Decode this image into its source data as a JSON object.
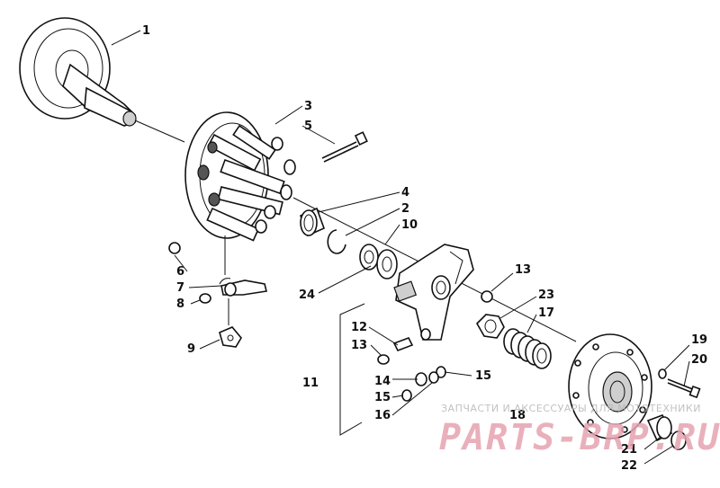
{
  "callouts": [
    {
      "id": "c1",
      "label": "1"
    },
    {
      "id": "c3",
      "label": "3"
    },
    {
      "id": "c5",
      "label": "5"
    },
    {
      "id": "c4",
      "label": "4"
    },
    {
      "id": "c2",
      "label": "2"
    },
    {
      "id": "c10",
      "label": "10"
    },
    {
      "id": "c6",
      "label": "6"
    },
    {
      "id": "c7",
      "label": "7"
    },
    {
      "id": "c8",
      "label": "8"
    },
    {
      "id": "c9",
      "label": "9"
    },
    {
      "id": "c24",
      "label": "24"
    },
    {
      "id": "c13a",
      "label": "13"
    },
    {
      "id": "c23",
      "label": "23"
    },
    {
      "id": "c17",
      "label": "17"
    },
    {
      "id": "c12",
      "label": "12"
    },
    {
      "id": "c13b",
      "label": "13"
    },
    {
      "id": "c11",
      "label": "11"
    },
    {
      "id": "c14",
      "label": "14"
    },
    {
      "id": "c15a",
      "label": "15"
    },
    {
      "id": "c15b",
      "label": "15"
    },
    {
      "id": "c16",
      "label": "16"
    },
    {
      "id": "c18",
      "label": "18"
    },
    {
      "id": "c19",
      "label": "19"
    },
    {
      "id": "c20",
      "label": "20"
    },
    {
      "id": "c21",
      "label": "21"
    },
    {
      "id": "c22",
      "label": "22"
    }
  ],
  "watermark": {
    "caption": "ЗАПЧАСТИ И АКСЕССУАРЫ ДЛЯ МОТОТЕХНИКИ",
    "brand": "PARTS-BRP.RU"
  }
}
